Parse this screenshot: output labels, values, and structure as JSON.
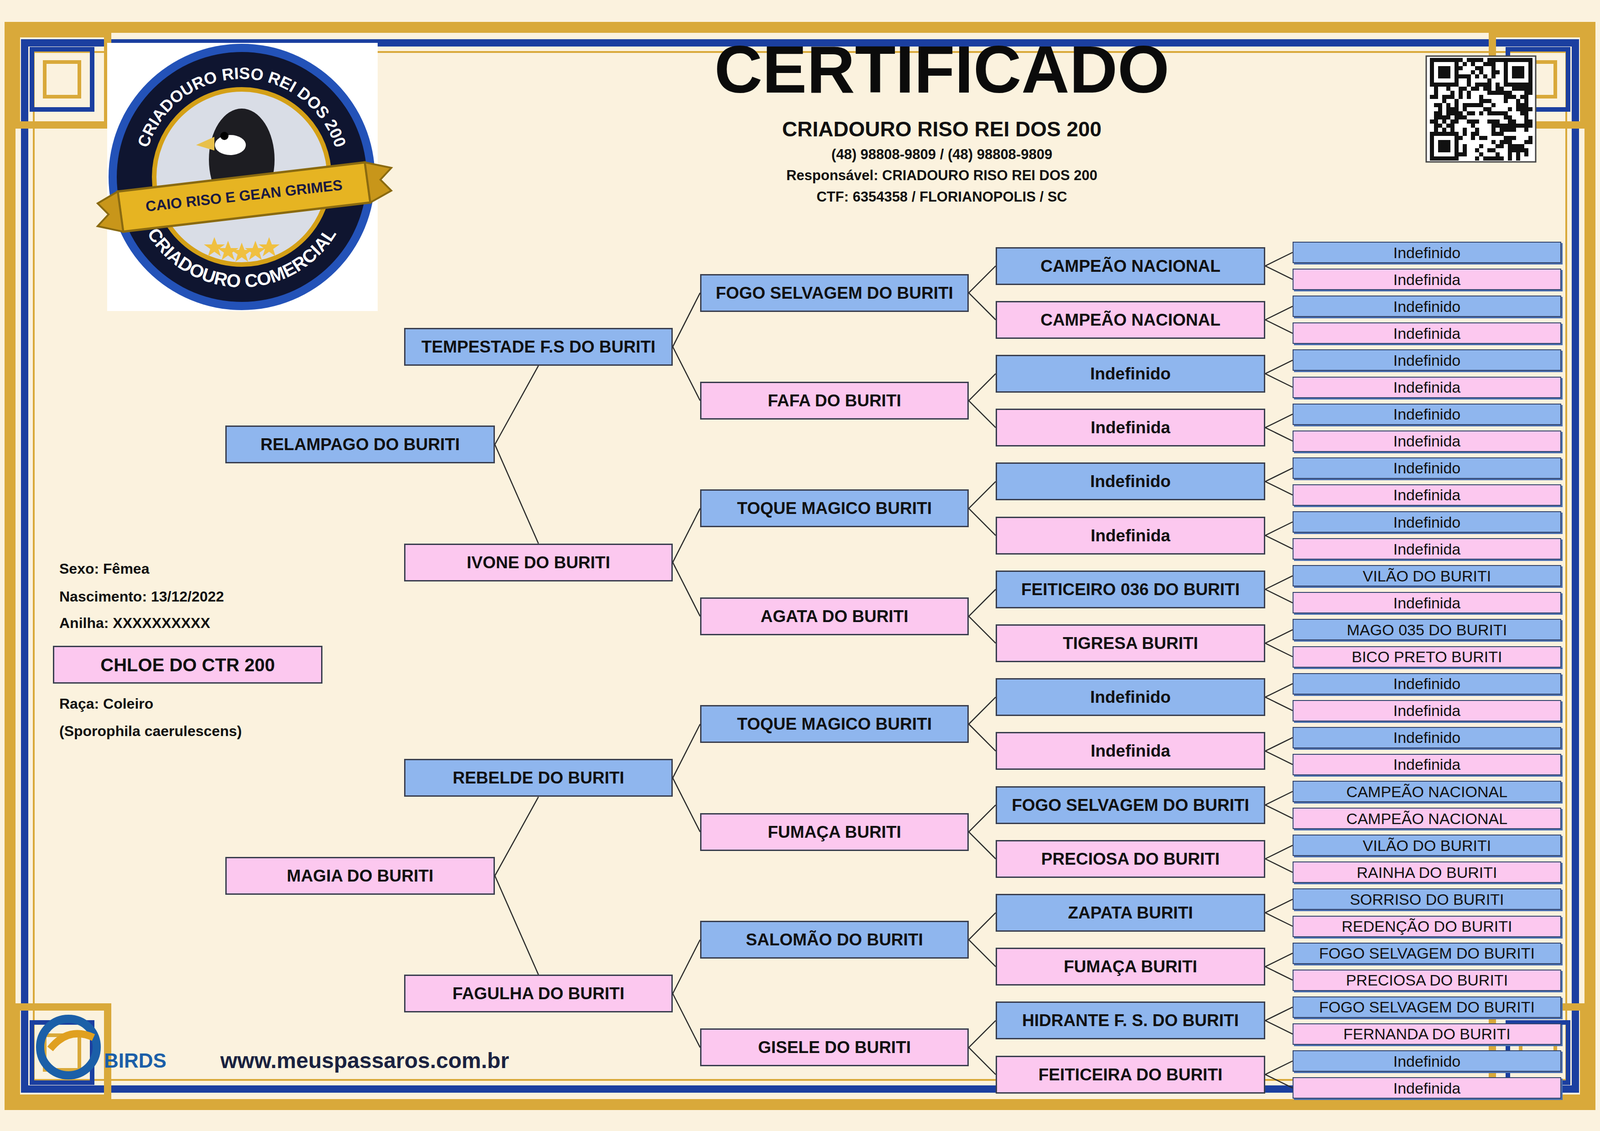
{
  "diagram": {
    "title": "CERTIFICADO",
    "nodes": [
      {
        "text": [
          "CHLOE DO CTR 200"
        ]
      },
      {
        "text": [
          "RELAMPAGO DO BURITI"
        ]
      },
      {
        "text": [
          "MAGIA DO BURITI"
        ]
      },
      {
        "text": [
          "TEMPESTADE F.S DO BURITI"
        ]
      },
      {
        "text": [
          "IVONE DO BURITI"
        ]
      },
      {
        "text": [
          "REBELDE DO BURITI"
        ]
      },
      {
        "text": [
          "FAGULHA DO BURITI"
        ]
      },
      {
        "text": [
          "FOGO SELVAGEM DO BURITI"
        ]
      },
      {
        "text": [
          "FAFA DO BURITI"
        ]
      },
      {
        "text": [
          "TOQUE MAGICO BURITI"
        ]
      },
      {
        "text": [
          "AGATA DO BURITI"
        ]
      },
      {
        "text": [
          "TOQUE MAGICO BURITI"
        ]
      },
      {
        "text": [
          "FUMAÇA BURITI"
        ]
      },
      {
        "text": [
          "SALOMÃO DO BURITI"
        ]
      },
      {
        "text": [
          "GISELE DO BURITI"
        ]
      },
      {
        "text": [
          "CAMPEÃO NACIONAL"
        ]
      },
      {
        "text": [
          "CAMPEÃO NACIONAL"
        ]
      },
      {
        "text": [
          "Indefinido"
        ]
      },
      {
        "text": [
          "Indefinida"
        ]
      },
      {
        "text": [
          "Indefinido"
        ]
      },
      {
        "text": [
          "Indefinida"
        ]
      },
      {
        "text": [
          "FEITICEIRO 036 DO BURITI"
        ]
      },
      {
        "text": [
          "TIGRESA BURITI"
        ]
      },
      {
        "text": [
          "Indefinido"
        ]
      },
      {
        "text": [
          "Indefinida"
        ]
      },
      {
        "text": [
          "FOGO SELVAGEM DO BURITI"
        ]
      },
      {
        "text": [
          "PRECIOSA DO BURITI"
        ]
      },
      {
        "text": [
          "ZAPATA BURITI"
        ]
      },
      {
        "text": [
          "FUMAÇA BURITI"
        ]
      },
      {
        "text": [
          "HIDRANTE F. S. DO BURITI"
        ]
      },
      {
        "text": [
          "FEITICEIRA DO BURITI"
        ]
      },
      {
        "text": [
          "Indefinido"
        ]
      },
      {
        "text": [
          "Indefinida"
        ]
      },
      {
        "text": [
          "Indefinido"
        ]
      },
      {
        "text": [
          "Indefinida"
        ]
      },
      {
        "text": [
          "Indefinido"
        ]
      },
      {
        "text": [
          "Indefinida"
        ]
      },
      {
        "text": [
          "Indefinido"
        ]
      },
      {
        "text": [
          "Indefinida"
        ]
      },
      {
        "text": [
          "Indefinido"
        ]
      },
      {
        "text": [
          "Indefinida"
        ]
      },
      {
        "text": [
          "Indefinido"
        ]
      },
      {
        "text": [
          "Indefinida"
        ]
      },
      {
        "text": [
          "VILÃO DO BURITI"
        ]
      },
      {
        "text": [
          "Indefinida"
        ]
      },
      {
        "text": [
          "MAGO 035 DO BURITI"
        ]
      },
      {
        "text": [
          "BICO PRETO BURITI"
        ]
      },
      {
        "text": [
          "Indefinido"
        ]
      },
      {
        "text": [
          "Indefinida"
        ]
      },
      {
        "text": [
          "Indefinido"
        ]
      },
      {
        "text": [
          "Indefinida"
        ]
      },
      {
        "text": [
          "CAMPEÃO NACIONAL"
        ]
      },
      {
        "text": [
          "CAMPEÃO NACIONAL"
        ]
      },
      {
        "text": [
          "VILÃO DO BURITI"
        ]
      },
      {
        "text": [
          "RAINHA DO BURITI"
        ]
      },
      {
        "text": [
          "SORRISO DO BURITI"
        ]
      },
      {
        "text": [
          "REDENÇÃO DO BURITI"
        ]
      },
      {
        "text": [
          "FOGO SELVAGEM DO BURITI"
        ]
      },
      {
        "text": [
          "PRECIOSA DO BURITI"
        ]
      },
      {
        "text": [
          "FOGO SELVAGEM DO BURITI"
        ]
      },
      {
        "text": [
          "FERNANDA DO BURITI"
        ]
      },
      {
        "text": [
          "Indefinido"
        ]
      },
      {
        "text": [
          "Indefinida"
        ]
      }
    ],
    "edges": [
      {
        "from": 1,
        "to": 3,
        "arrow": "none"
      },
      {
        "from": 1,
        "to": 4,
        "arrow": "none"
      },
      {
        "from": 2,
        "to": 5,
        "arrow": "none"
      },
      {
        "from": 2,
        "to": 6,
        "arrow": "none"
      },
      {
        "from": 3,
        "to": 7,
        "arrow": "none"
      },
      {
        "from": 3,
        "to": 8,
        "arrow": "none"
      },
      {
        "from": 4,
        "to": 9,
        "arrow": "none"
      },
      {
        "from": 4,
        "to": 10,
        "arrow": "none"
      },
      {
        "from": 5,
        "to": 11,
        "arrow": "none"
      },
      {
        "from": 5,
        "to": 12,
        "arrow": "none"
      },
      {
        "from": 6,
        "to": 13,
        "arrow": "none"
      },
      {
        "from": 6,
        "to": 14,
        "arrow": "none"
      },
      {
        "from": 7,
        "to": 15,
        "arrow": "none"
      },
      {
        "from": 7,
        "to": 16,
        "arrow": "none"
      },
      {
        "from": 8,
        "to": 17,
        "arrow": "none"
      },
      {
        "from": 8,
        "to": 18,
        "arrow": "none"
      },
      {
        "from": 9,
        "to": 19,
        "arrow": "none"
      },
      {
        "from": 9,
        "to": 20,
        "arrow": "none"
      },
      {
        "from": 10,
        "to": 21,
        "arrow": "none"
      },
      {
        "from": 10,
        "to": 22,
        "arrow": "none"
      },
      {
        "from": 11,
        "to": 23,
        "arrow": "none"
      },
      {
        "from": 11,
        "to": 24,
        "arrow": "none"
      },
      {
        "from": 12,
        "to": 25,
        "arrow": "none"
      },
      {
        "from": 12,
        "to": 26,
        "arrow": "none"
      },
      {
        "from": 13,
        "to": 27,
        "arrow": "none"
      },
      {
        "from": 13,
        "to": 28,
        "arrow": "none"
      },
      {
        "from": 14,
        "to": 29,
        "arrow": "none"
      },
      {
        "from": 14,
        "to": 30,
        "arrow": "none"
      },
      {
        "from": 15,
        "to": 31,
        "arrow": "none"
      },
      {
        "from": 15,
        "to": 32,
        "arrow": "none"
      },
      {
        "from": 16,
        "to": 33,
        "arrow": "none"
      },
      {
        "from": 16,
        "to": 34,
        "arrow": "none"
      },
      {
        "from": 17,
        "to": 35,
        "arrow": "none"
      },
      {
        "from": 17,
        "to": 36,
        "arrow": "none"
      },
      {
        "from": 18,
        "to": 37,
        "arrow": "none"
      },
      {
        "from": 18,
        "to": 38,
        "arrow": "none"
      },
      {
        "from": 19,
        "to": 39,
        "arrow": "none"
      },
      {
        "from": 19,
        "to": 40,
        "arrow": "none"
      },
      {
        "from": 20,
        "to": 41,
        "arrow": "none"
      },
      {
        "from": 20,
        "to": 42,
        "arrow": "none"
      },
      {
        "from": 21,
        "to": 43,
        "arrow": "none"
      },
      {
        "from": 21,
        "to": 44,
        "arrow": "none"
      },
      {
        "from": 22,
        "to": 45,
        "arrow": "none"
      },
      {
        "from": 22,
        "to": 46,
        "arrow": "none"
      },
      {
        "from": 23,
        "to": 47,
        "arrow": "none"
      },
      {
        "from": 23,
        "to": 48,
        "arrow": "none"
      },
      {
        "from": 24,
        "to": 49,
        "arrow": "none"
      },
      {
        "from": 24,
        "to": 50,
        "arrow": "none"
      },
      {
        "from": 25,
        "to": 51,
        "arrow": "none"
      },
      {
        "from": 25,
        "to": 52,
        "arrow": "none"
      },
      {
        "from": 26,
        "to": 53,
        "arrow": "none"
      },
      {
        "from": 26,
        "to": 54,
        "arrow": "none"
      },
      {
        "from": 27,
        "to": 55,
        "arrow": "none"
      },
      {
        "from": 27,
        "to": 56,
        "arrow": "none"
      },
      {
        "from": 28,
        "to": 57,
        "arrow": "none"
      },
      {
        "from": 28,
        "to": 58,
        "arrow": "none"
      },
      {
        "from": 29,
        "to": 59,
        "arrow": "none"
      },
      {
        "from": 29,
        "to": 60,
        "arrow": "none"
      },
      {
        "from": 30,
        "to": 61,
        "arrow": "none"
      },
      {
        "from": 30,
        "to": 62,
        "arrow": "none"
      }
    ],
    "labels": [
      "CRIADOURO RISO REI DOS 200",
      "(48) 98808-9809 / (48) 98808-9809",
      "Responsável: CRIADOURO RISO REI DOS 200",
      "CTF: 6354358 / FLORIANOPOLIS / SC",
      "CRIADOURO RISO REI DOS 200",
      "CAIO RISO E GEAN GRIMES",
      "CRIADOURO COMERCIAL",
      "Sexo: Fêmea",
      "Nascimento: 13/12/2022",
      "Anilha: XXXXXXXXXX",
      "Raça: Coleiro",
      "(Sporophila caerulescens)",
      "BIRDS",
      "www.meuspassaros.com.br"
    ]
  }
}
